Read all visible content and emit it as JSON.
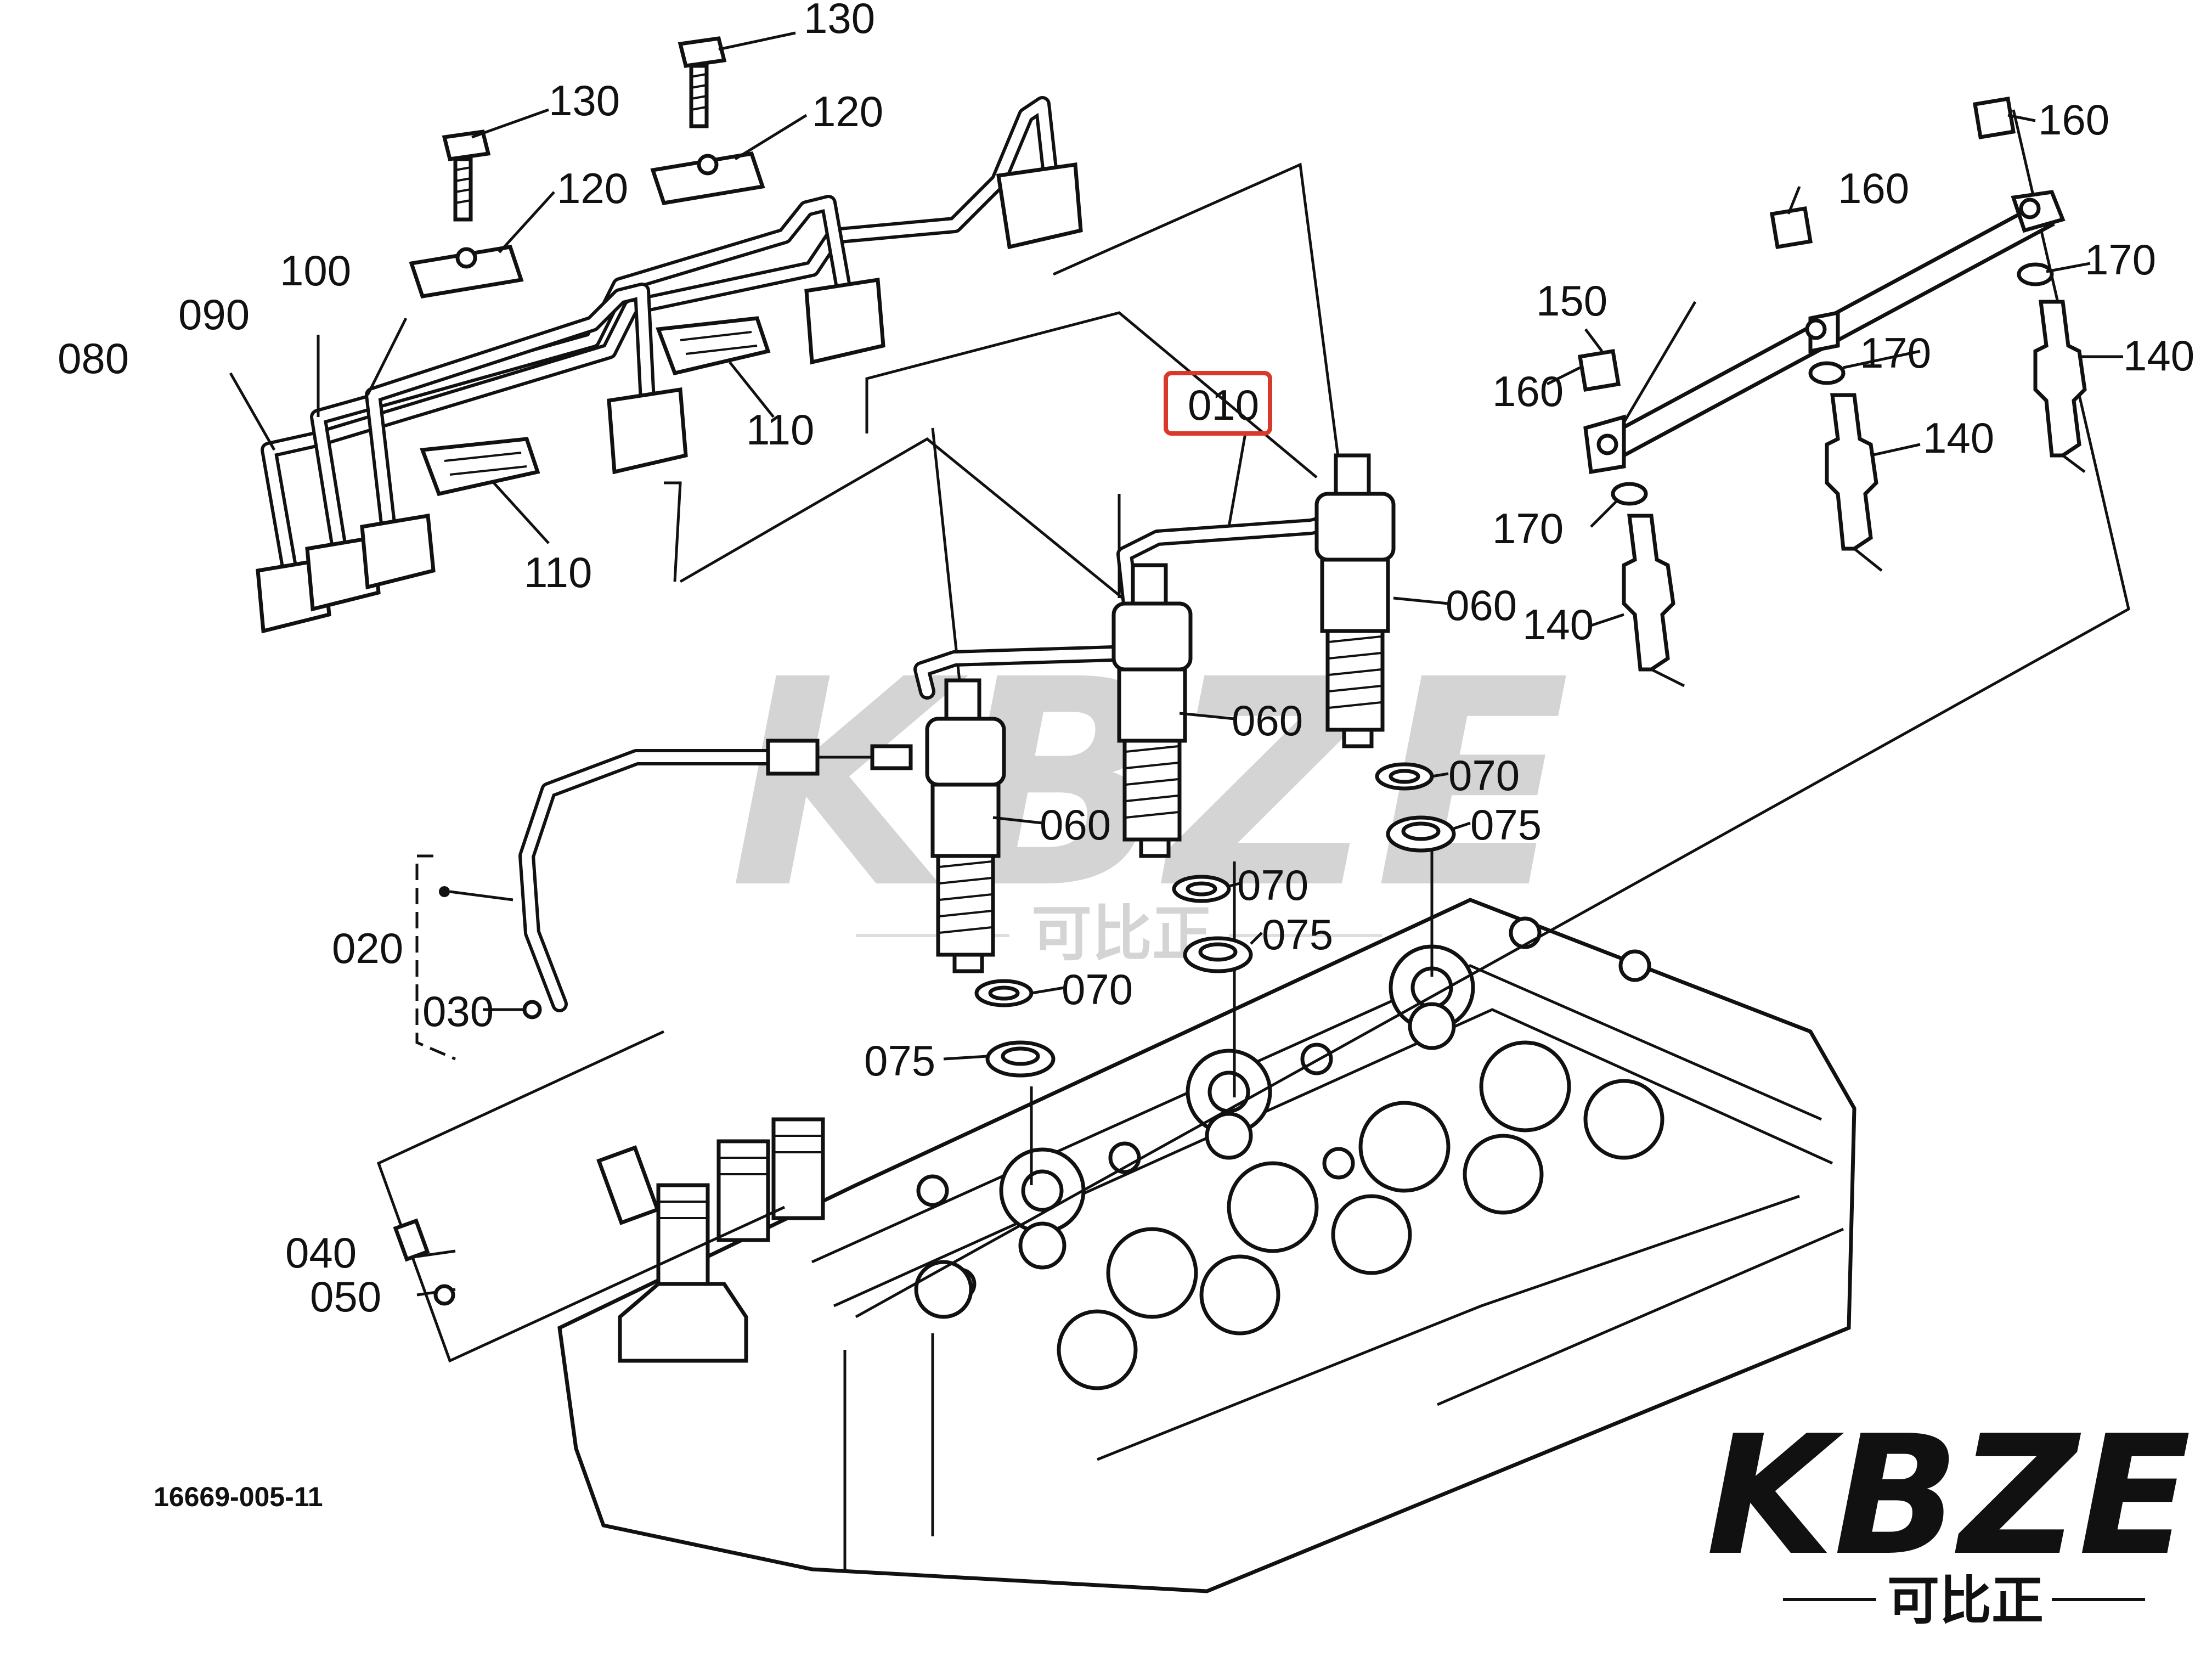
{
  "diagram": {
    "drawing_number": "16669-005-11",
    "highlighted_part": "010",
    "highlight_color": "#d9392b",
    "labels": {
      "p010": "010",
      "p020": "020",
      "p030": "030",
      "p040": "040",
      "p050": "050",
      "p060a": "060",
      "p060b": "060",
      "p060c": "060",
      "p070a": "070",
      "p070b": "070",
      "p070c": "070",
      "p075a": "075",
      "p075b": "075",
      "p075c": "075",
      "p080": "080",
      "p090": "090",
      "p100": "100",
      "p110a": "110",
      "p110b": "110",
      "p120a": "120",
      "p120b": "120",
      "p130a": "130",
      "p130b": "130",
      "p140a": "140",
      "p140b": "140",
      "p140c": "140",
      "p150": "150",
      "p160a": "160",
      "p160b": "160",
      "p160c": "160",
      "p170a": "170",
      "p170b": "170",
      "p170c": "170"
    }
  },
  "watermark": {
    "text": "KBZE",
    "subtext": "可比正"
  },
  "logo": {
    "text": "KBZE",
    "subtext": "可比正"
  }
}
